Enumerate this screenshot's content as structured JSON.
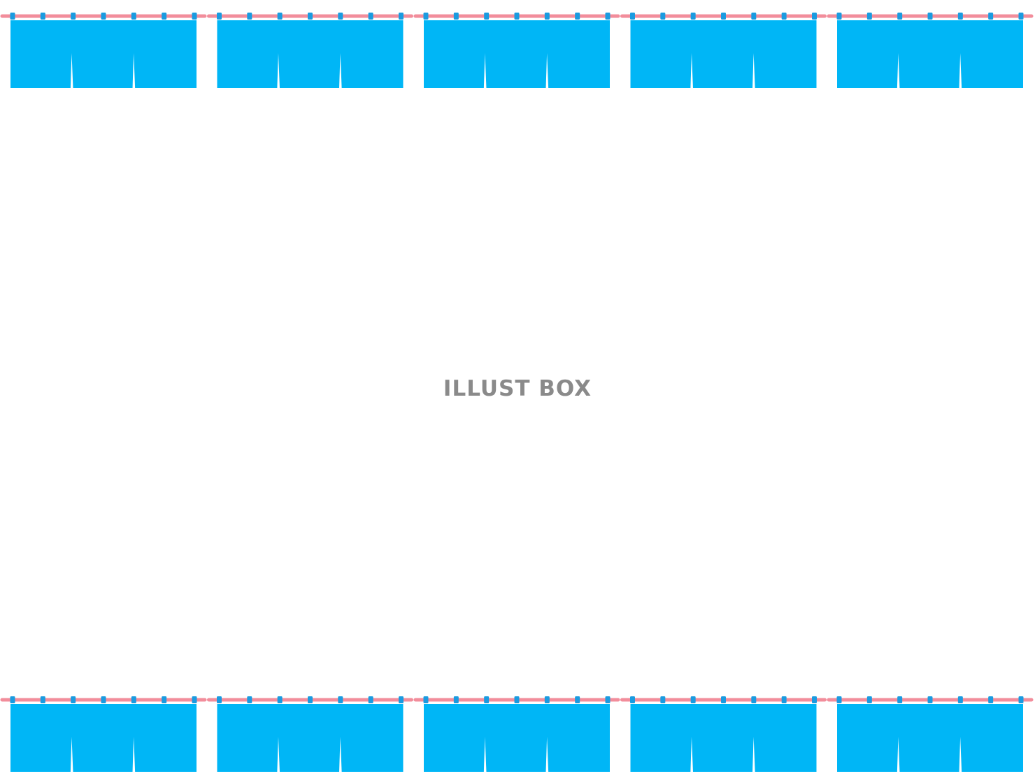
{
  "watermark": {
    "text": "ILLUST BOX"
  },
  "noren": {
    "curtain_count_per_row": 5,
    "panels_per_curtain": 3,
    "colors": {
      "curtain": "#00b6f6",
      "rod": "#f28d9b",
      "ring": "#1a9be0",
      "slit": "#ffffff",
      "background": "#ffffff"
    }
  }
}
